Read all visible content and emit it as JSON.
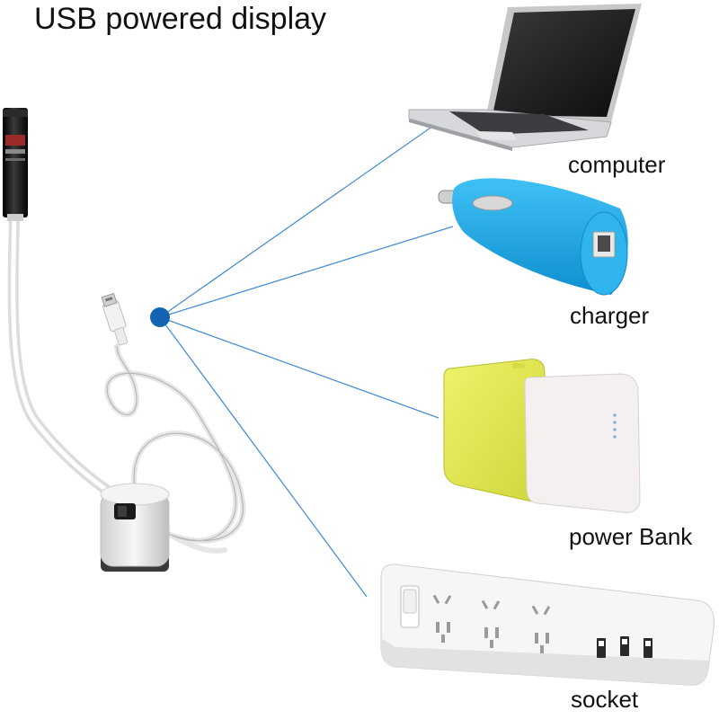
{
  "title": "USB powered display",
  "devices": [
    {
      "key": "computer",
      "label": "computer",
      "icon": "laptop-icon"
    },
    {
      "key": "charger",
      "label": "charger",
      "icon": "car-charger-icon"
    },
    {
      "key": "power_bank",
      "label": "power Bank",
      "icon": "power-bank-icon"
    },
    {
      "key": "socket",
      "label": "socket",
      "icon": "power-strip-icon"
    }
  ],
  "colors": {
    "connector_line": "#4a8fd0",
    "hub_dot": "#1464b4",
    "charger_body": "#19a9ea",
    "power_bank_yellow": "#e3e84a",
    "power_bank_white": "#f4f0f0",
    "laser_body": "#141414"
  }
}
